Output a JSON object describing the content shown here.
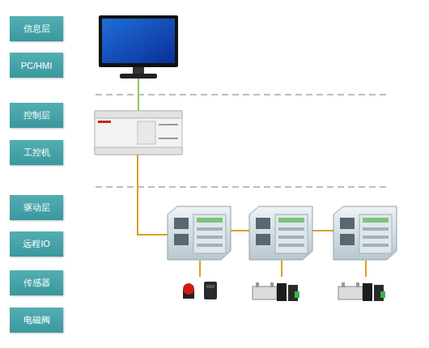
{
  "diagram": {
    "nodes": [
      {
        "text": [
          "信息层"
        ]
      },
      {
        "text": [
          "PC/HMI"
        ]
      },
      {
        "text": [
          "控制层"
        ]
      },
      {
        "text": [
          "工控机"
        ]
      },
      {
        "text": [
          "驱动层"
        ]
      },
      {
        "text": [
          "远程IO"
        ]
      },
      {
        "text": [
          "传感器"
        ]
      },
      {
        "text": [
          "电磁阀"
        ]
      }
    ]
  }
}
